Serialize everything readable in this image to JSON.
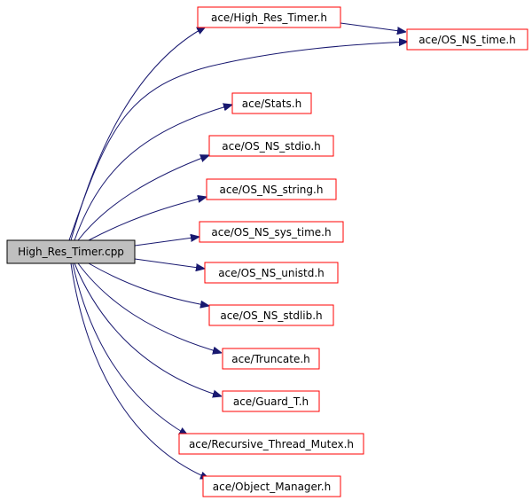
{
  "colors": {
    "edge": "#191970",
    "node_border": "#ff0000",
    "root_fill": "#bfbfbf",
    "root_border": "#000000",
    "node_fill": "#ffffff"
  },
  "root": {
    "label": "High_Res_Timer.cpp"
  },
  "nodes": [
    {
      "id": "high-res-timer-h",
      "label": "ace/High_Res_Timer.h"
    },
    {
      "id": "os-ns-time-h",
      "label": "ace/OS_NS_time.h"
    },
    {
      "id": "stats-h",
      "label": "ace/Stats.h"
    },
    {
      "id": "os-ns-stdio-h",
      "label": "ace/OS_NS_stdio.h"
    },
    {
      "id": "os-ns-string-h",
      "label": "ace/OS_NS_string.h"
    },
    {
      "id": "os-ns-sys-time-h",
      "label": "ace/OS_NS_sys_time.h"
    },
    {
      "id": "os-ns-unistd-h",
      "label": "ace/OS_NS_unistd.h"
    },
    {
      "id": "os-ns-stdlib-h",
      "label": "ace/OS_NS_stdlib.h"
    },
    {
      "id": "truncate-h",
      "label": "ace/Truncate.h"
    },
    {
      "id": "guard-t-h",
      "label": "ace/Guard_T.h"
    },
    {
      "id": "recursive-thread-mutex-h",
      "label": "ace/Recursive_Thread_Mutex.h"
    },
    {
      "id": "object-manager-h",
      "label": "ace/Object_Manager.h"
    }
  ]
}
